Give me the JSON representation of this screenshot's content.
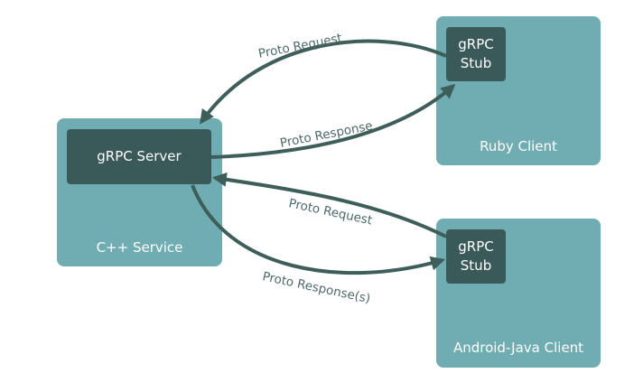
{
  "colors": {
    "service_box": "#6fadb3",
    "inner_box": "#3a5a5a",
    "arrow": "#3e5e5a",
    "label_text": "#4f6a6a"
  },
  "services": {
    "cpp": {
      "label": "C++ Service",
      "inner_label": "gRPC Server"
    },
    "ruby": {
      "label": "Ruby Client",
      "stub_line1": "gRPC",
      "stub_line2": "Stub"
    },
    "android": {
      "label": "Android-Java Client",
      "stub_line1": "gRPC",
      "stub_line2": "Stub"
    }
  },
  "arrows": {
    "ruby_request": "Proto Request",
    "ruby_response": "Proto Response",
    "android_request": "Proto Request",
    "android_response": "Proto Response(s)"
  }
}
